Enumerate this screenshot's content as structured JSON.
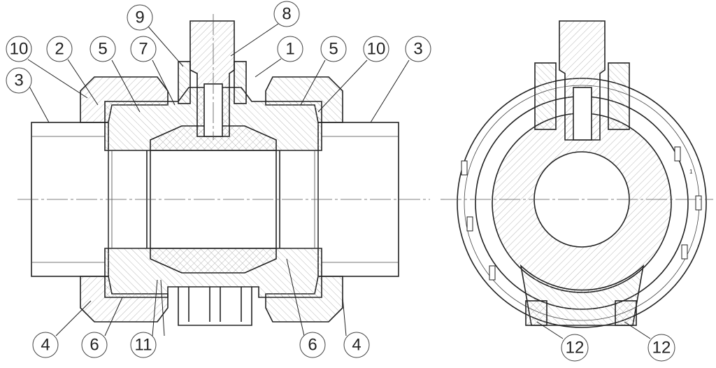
{
  "labels": [
    "9",
    "8",
    "10",
    "2",
    "5",
    "7",
    "1",
    "5",
    "10",
    "3",
    "3",
    "4",
    "6",
    "11",
    "6",
    "4",
    "12",
    "12"
  ],
  "ring_mark": "1"
}
